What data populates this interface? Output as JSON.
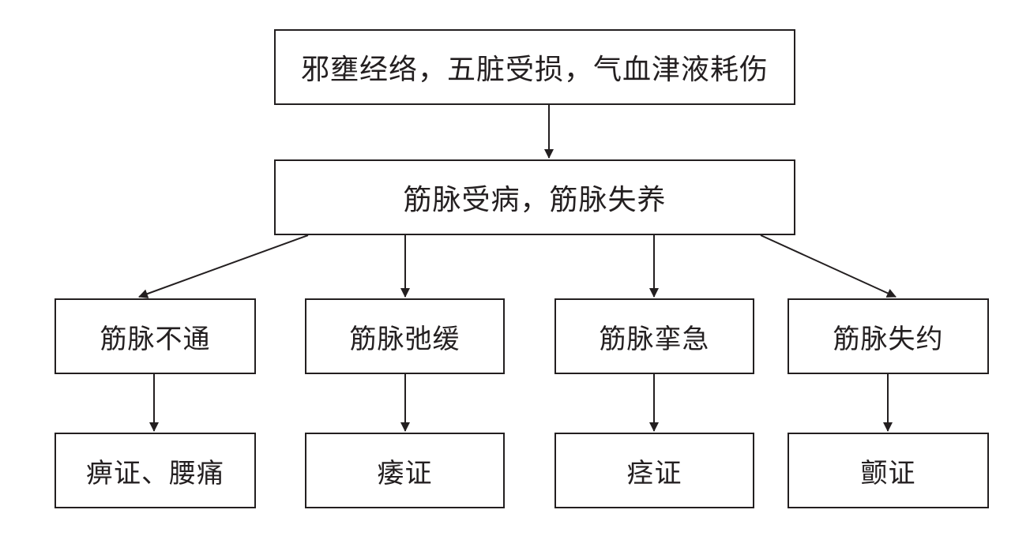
{
  "diagram": {
    "root": {
      "label": "邪壅经络，五脏受损，气血津液耗伤"
    },
    "middle": {
      "label": "筋脉受病，筋脉失养"
    },
    "branches": [
      {
        "label": "筋脉不通",
        "result": "痹证、腰痛"
      },
      {
        "label": "筋脉弛缓",
        "result": "痿证"
      },
      {
        "label": "筋脉挛急",
        "result": "痉证"
      },
      {
        "label": "筋脉失约",
        "result": "颤证"
      }
    ],
    "colors": {
      "stroke": "#231f20",
      "fill": "#ffffff"
    }
  }
}
